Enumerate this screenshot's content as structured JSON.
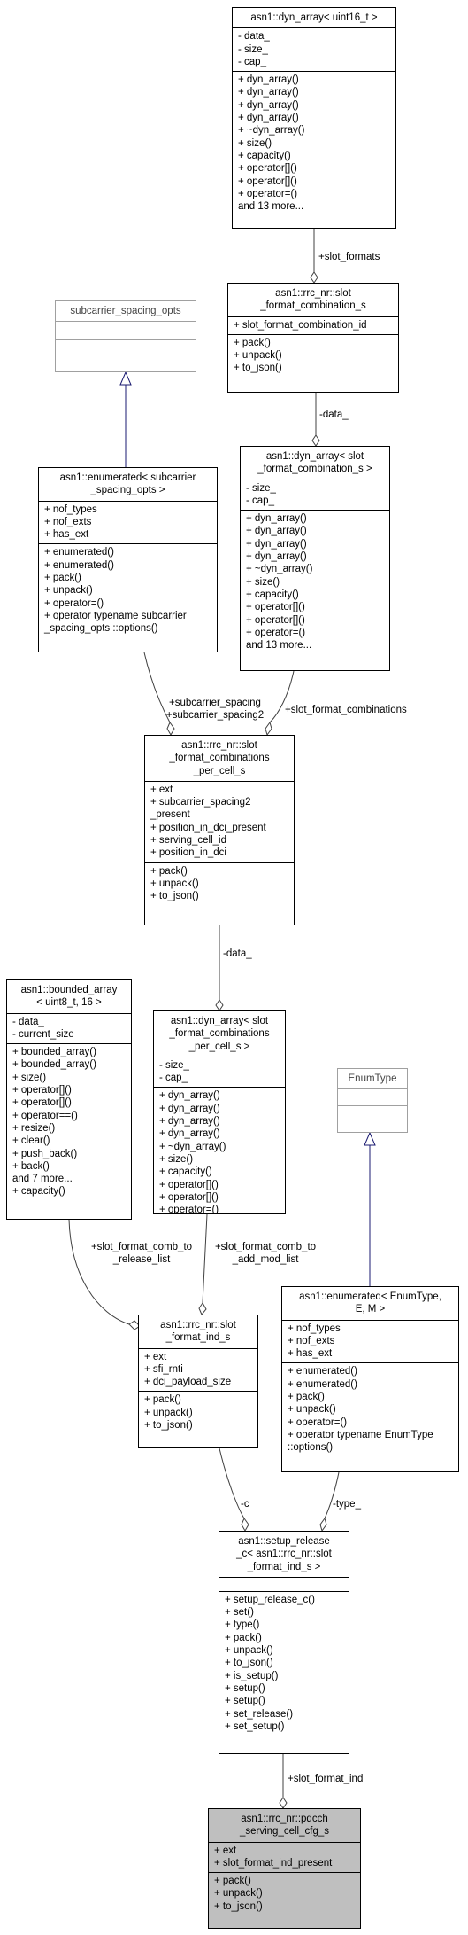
{
  "nodes": {
    "dyn_array_uint16": {
      "title": [
        "asn1::dyn_array< uint16_t >"
      ],
      "attrs": [
        "- data_",
        "- size_",
        "- cap_"
      ],
      "methods": [
        "+ dyn_array()",
        "+ dyn_array()",
        "+ dyn_array()",
        "+ dyn_array()",
        "+ ~dyn_array()",
        "+ size()",
        "+ capacity()",
        "+ operator[]()",
        "+ operator[]()",
        "+ operator=()",
        "and 13 more..."
      ]
    },
    "slot_format_combination_s": {
      "title": [
        "asn1::rrc_nr::slot",
        "_format_combination_s"
      ],
      "attrs": [
        "+ slot_format_combination_id"
      ],
      "methods": [
        "+ pack()",
        "+ unpack()",
        "+ to_json()"
      ]
    },
    "subcarrier_spacing_opts": {
      "title": [
        "subcarrier_spacing_opts"
      ],
      "attrs": [],
      "methods": []
    },
    "dyn_array_slot_format_combination_s": {
      "title": [
        "asn1::dyn_array< slot",
        "_format_combination_s >"
      ],
      "attrs": [
        "- size_",
        "- cap_"
      ],
      "methods": [
        "+ dyn_array()",
        "+ dyn_array()",
        "+ dyn_array()",
        "+ dyn_array()",
        "+ ~dyn_array()",
        "+ size()",
        "+ capacity()",
        "+ operator[]()",
        "+ operator[]()",
        "+ operator=()",
        "and 13 more..."
      ]
    },
    "enumerated_subcarrier": {
      "title": [
        "asn1::enumerated< subcarrier",
        "_spacing_opts >"
      ],
      "attrs": [
        "+ nof_types",
        "+ nof_exts",
        "+ has_ext"
      ],
      "methods": [
        "+ enumerated()",
        "+ enumerated()",
        "+ pack()",
        "+ unpack()",
        "+ operator=()",
        "+ operator typename subcarrier",
        "_spacing_opts ::options()"
      ]
    },
    "slot_format_combinations_per_cell_s": {
      "title": [
        "asn1::rrc_nr::slot",
        "_format_combinations",
        "_per_cell_s"
      ],
      "attrs": [
        "+ ext",
        "+ subcarrier_spacing2",
        "_present",
        "+ position_in_dci_present",
        "+ serving_cell_id",
        "+ position_in_dci"
      ],
      "methods": [
        "+ pack()",
        "+ unpack()",
        "+ to_json()"
      ]
    },
    "bounded_array": {
      "title": [
        "asn1::bounded_array",
        "< uint8_t, 16 >"
      ],
      "attrs": [
        "- data_",
        "- current_size"
      ],
      "methods": [
        "+ bounded_array()",
        "+ bounded_array()",
        "+ size()",
        "+ operator[]()",
        "+ operator[]()",
        "+ operator==()",
        "+ resize()",
        "+ clear()",
        "+ push_back()",
        "+ back()",
        "and 7 more...",
        "+ capacity()"
      ]
    },
    "dyn_array_per_cell": {
      "title": [
        "asn1::dyn_array< slot",
        "_format_combinations",
        "_per_cell_s >"
      ],
      "attrs": [
        "- size_",
        "- cap_"
      ],
      "methods": [
        "+ dyn_array()",
        "+ dyn_array()",
        "+ dyn_array()",
        "+ dyn_array()",
        "+ ~dyn_array()",
        "+ size()",
        "+ capacity()",
        "+ operator[]()",
        "+ operator[]()",
        "+ operator=()",
        "and 13 more..."
      ]
    },
    "enum_type": {
      "title": [
        "EnumType"
      ],
      "attrs": [],
      "methods": []
    },
    "slot_format_ind_s": {
      "title": [
        "asn1::rrc_nr::slot",
        "_format_ind_s"
      ],
      "attrs": [
        "+ ext",
        "+ sfi_rnti",
        "+ dci_payload_size"
      ],
      "methods": [
        "+ pack()",
        "+ unpack()",
        "+ to_json()"
      ]
    },
    "enumerated_enumtype": {
      "title": [
        "asn1::enumerated< EnumType,",
        "E, M >"
      ],
      "attrs": [
        "+ nof_types",
        "+ nof_exts",
        "+ has_ext"
      ],
      "methods": [
        "+ enumerated()",
        "+ enumerated()",
        "+ pack()",
        "+ unpack()",
        "+ operator=()",
        "+ operator typename EnumType",
        "::options()"
      ]
    },
    "setup_release_c": {
      "title": [
        "asn1::setup_release",
        "_c< asn1::rrc_nr::slot",
        "_format_ind_s >"
      ],
      "attrs": [],
      "methods": [
        "+ setup_release_c()",
        "+ set()",
        "+ type()",
        "+ pack()",
        "+ unpack()",
        "+ to_json()",
        "+ is_setup()",
        "+ setup()",
        "+ setup()",
        "+ set_release()",
        "+ set_setup()"
      ]
    },
    "pdcch_serving_cell_cfg_s": {
      "title": [
        "asn1::rrc_nr::pdcch",
        "_serving_cell_cfg_s"
      ],
      "attrs": [
        "+ ext",
        "+ slot_format_ind_present"
      ],
      "methods": [
        "+ pack()",
        "+ unpack()",
        "+ to_json()"
      ]
    }
  },
  "edge_labels": {
    "slot_formats": [
      "+slot_formats"
    ],
    "data_1": [
      "-data_"
    ],
    "subcarrier_spacing": [
      "+subcarrier_spacing",
      "+subcarrier_spacing2"
    ],
    "slot_format_combinations": [
      "+slot_format_combinations"
    ],
    "data_2": [
      "-data_"
    ],
    "comb_to_release": [
      "+slot_format_comb_to",
      "_release_list"
    ],
    "comb_to_add": [
      "+slot_format_comb_to",
      "_add_mod_list"
    ],
    "c": [
      "-c"
    ],
    "type": [
      "-type_"
    ],
    "slot_format_ind": [
      "+slot_format_ind"
    ]
  },
  "colors": {
    "border": "#000000",
    "gray_border": "#a0a0a0",
    "target_fill": "#bfbfbf",
    "inherit_edge": "#191970",
    "usage_edge": "#404040"
  }
}
